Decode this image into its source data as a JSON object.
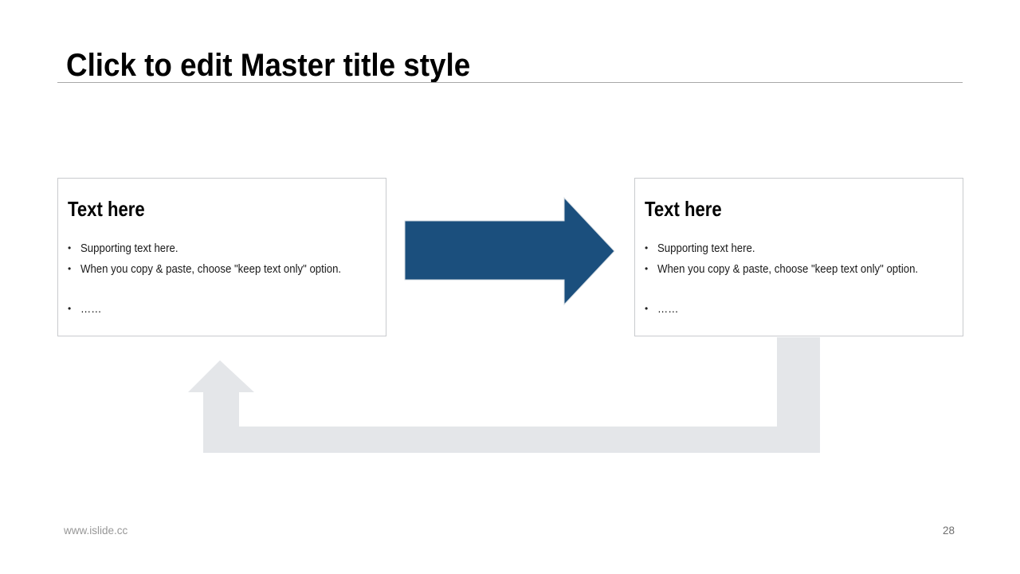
{
  "slide": {
    "title": "Click to edit Master title style",
    "footer": {
      "website": "www.islide.cc",
      "page_number": "28"
    }
  },
  "cards": {
    "bullet_char": "•",
    "left": {
      "heading": "Text here",
      "bullets": [
        "Supporting text here.",
        "When you copy & paste, choose \"keep text only\" option.",
        "……"
      ]
    },
    "right": {
      "heading": "Text here",
      "bullets": [
        "Supporting text here.",
        "When you copy & paste, choose \"keep text only\" option.",
        "……"
      ]
    }
  },
  "shapes": {
    "forward_arrow_icon": "right-arrow",
    "loop_arrow_icon": "u-turn-up-arrow",
    "forward_arrow_color": "#1B4F7D",
    "forward_arrow_outline": "#D9DFE5",
    "loop_arrow_color": "#E4E6E9"
  }
}
